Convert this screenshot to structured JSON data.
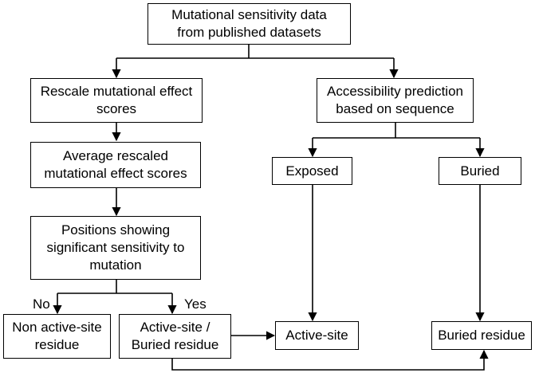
{
  "diagram": {
    "nodes": {
      "source": "Mutational sensitivity data\nfrom published datasets",
      "rescale": "Rescale mutational effect\nscores",
      "accessibility": "Accessibility prediction\nbased on sequence",
      "average": "Average rescaled\nmutational effect scores",
      "exposed": "Exposed",
      "buried": "Buried",
      "positions": "Positions showing\nsignificant sensitivity to\nmutation",
      "non_active": "Non active-site\nresidue",
      "active_buried": "Active-site /\nBuried residue",
      "active_site": "Active-site",
      "buried_residue": "Buried residue"
    },
    "edge_labels": {
      "no": "No",
      "yes": "Yes"
    }
  }
}
